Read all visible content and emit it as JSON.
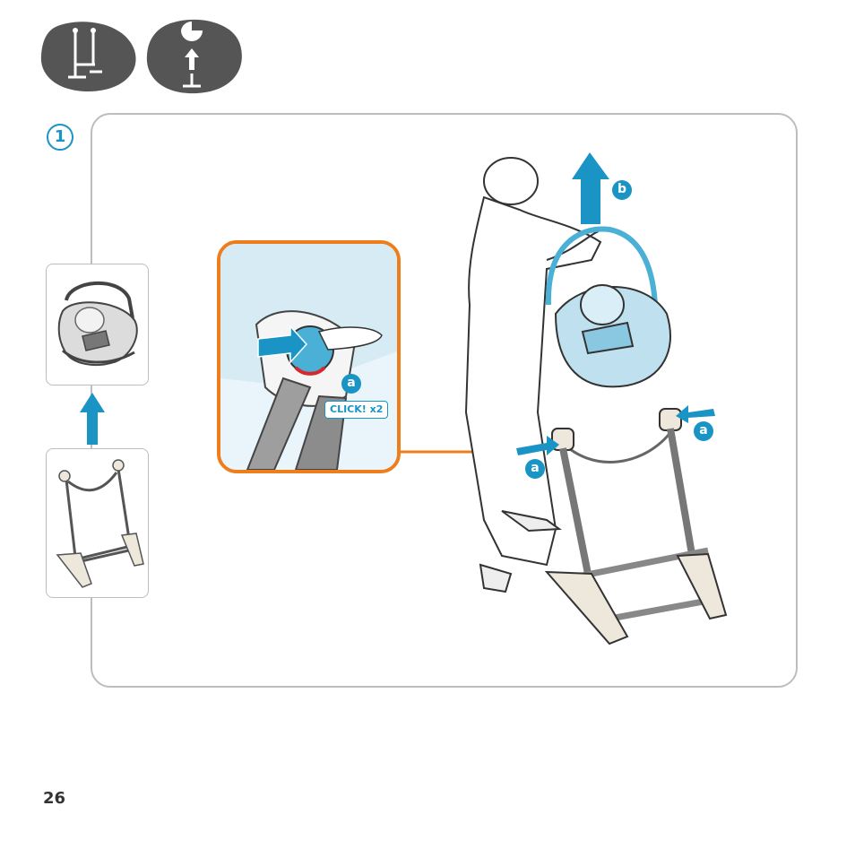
{
  "header_icons": [
    {
      "icon": "stand-frame-icon"
    },
    {
      "icon": "seat-lift-icon"
    }
  ],
  "step": {
    "number": "1"
  },
  "callouts": {
    "a": "a",
    "b": "b",
    "click": "CLICK!",
    "click_count": "x2"
  },
  "colors": {
    "accent_blue": "#1a94c4",
    "highlight_orange": "#ee7d1b",
    "icon_grey": "#555555",
    "frame_grey": "#bdbdbd",
    "seat_blue": "#bfe1ef"
  },
  "footer": {
    "page_number": "26"
  }
}
